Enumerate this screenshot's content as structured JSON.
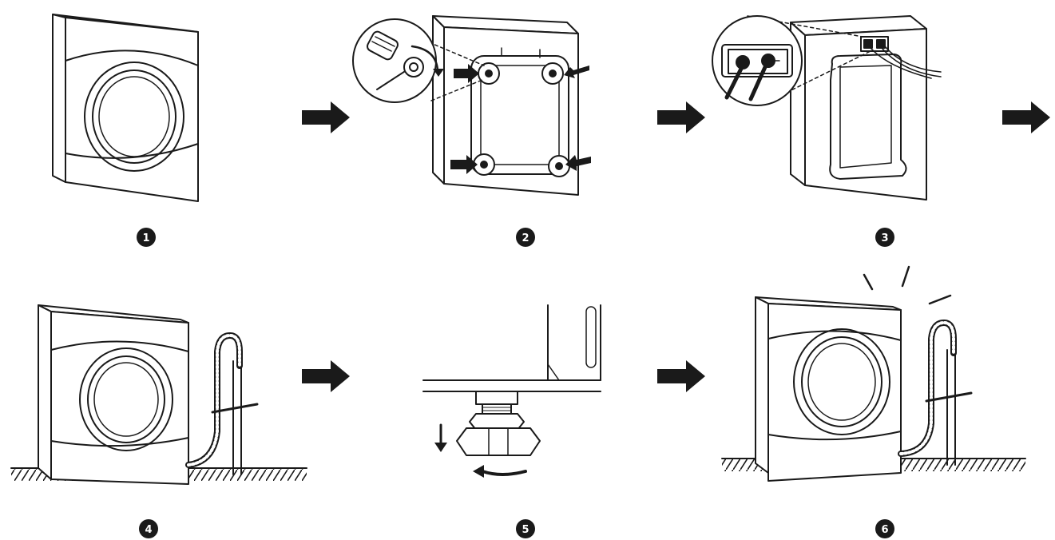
{
  "colors": {
    "ink": "#1a1a1a",
    "paper": "#ffffff",
    "panel": "#f7f7f7"
  },
  "steps": [
    {
      "number": "1",
      "icon": "washing-machine-front-icon"
    },
    {
      "number": "2",
      "icon": "remove-transit-bolts-icon"
    },
    {
      "number": "3",
      "icon": "connect-hoses-icon"
    },
    {
      "number": "4",
      "icon": "machine-with-drain-hose-icon"
    },
    {
      "number": "5",
      "icon": "adjust-leveling-foot-icon"
    },
    {
      "number": "6",
      "icon": "leveled-machine-icon"
    }
  ],
  "arrows": [
    "arrow-right-icon",
    "arrow-right-icon",
    "arrow-right-icon",
    "arrow-right-icon",
    "arrow-right-icon"
  ]
}
